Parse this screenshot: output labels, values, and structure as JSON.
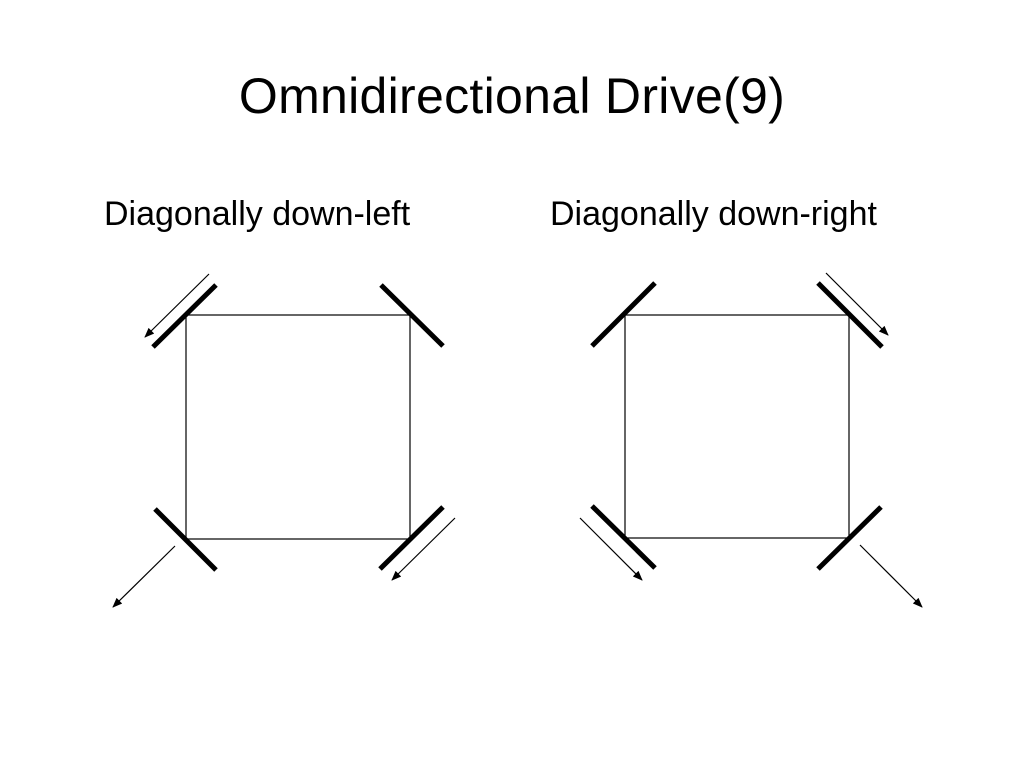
{
  "slide": {
    "title": "Omnidirectional Drive(9)"
  },
  "panels": [
    {
      "label": "Diagonally down-left",
      "wheels": [
        {
          "position": "top-left",
          "orientation": "/",
          "arrow": "down-left"
        },
        {
          "position": "top-right",
          "orientation": "\\",
          "arrow": null
        },
        {
          "position": "bottom-left",
          "orientation": "\\",
          "arrow": "down-left"
        },
        {
          "position": "bottom-right",
          "orientation": "/",
          "arrow": "down-left"
        }
      ]
    },
    {
      "label": "Diagonally down-right",
      "wheels": [
        {
          "position": "top-left",
          "orientation": "/",
          "arrow": null
        },
        {
          "position": "top-right",
          "orientation": "\\",
          "arrow": "down-right"
        },
        {
          "position": "bottom-left",
          "orientation": "\\",
          "arrow": "down-right"
        },
        {
          "position": "bottom-right",
          "orientation": "/",
          "arrow": "down-right"
        }
      ]
    }
  ],
  "colors": {
    "stroke": "#000000",
    "background": "#ffffff"
  }
}
